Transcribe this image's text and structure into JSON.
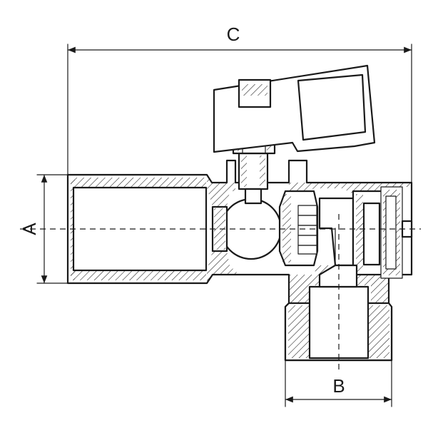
{
  "diagram": {
    "dimensions": {
      "width_overall": "C",
      "inlet_diameter": "A",
      "outlet_diameter": "B"
    }
  }
}
